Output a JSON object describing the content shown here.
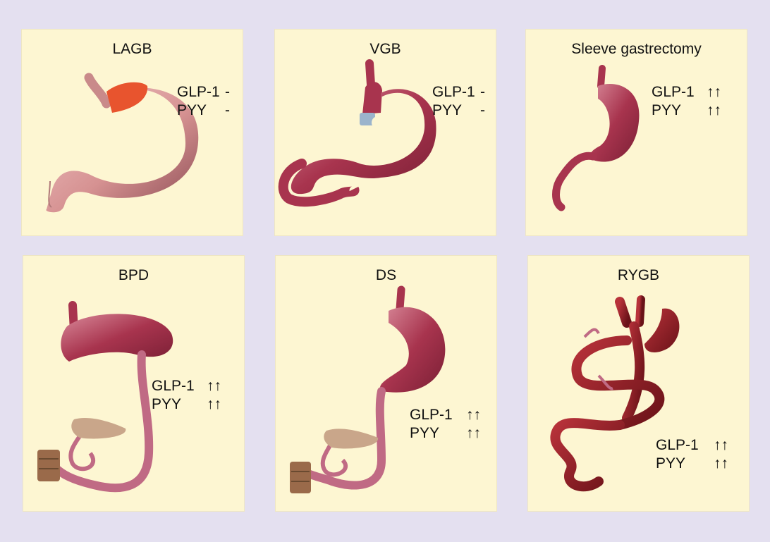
{
  "panels": [
    {
      "title": "LAGB",
      "glp1_label": "GLP-1",
      "glp1_effect": "-",
      "pyy_label": "PYY",
      "pyy_effect": "-"
    },
    {
      "title": "VGB",
      "glp1_label": "GLP-1",
      "glp1_effect": "-",
      "pyy_label": "PYY",
      "pyy_effect": "-"
    },
    {
      "title": "Sleeve gastrectomy",
      "glp1_label": "GLP-1",
      "glp1_effect": "↑↑",
      "pyy_label": "PYY",
      "pyy_effect": "↑↑"
    },
    {
      "title": "BPD",
      "glp1_label": "GLP-1",
      "glp1_effect": "↑↑",
      "pyy_label": "PYY",
      "pyy_effect": "↑↑"
    },
    {
      "title": "DS",
      "glp1_label": "GLP-1",
      "glp1_effect": "↑↑",
      "pyy_label": "PYY",
      "pyy_effect": "↑↑"
    },
    {
      "title": "RYGB",
      "glp1_label": "GLP-1",
      "glp1_effect": "↑↑",
      "pyy_label": "PYY",
      "pyy_effect": "↑↑"
    }
  ],
  "colors": {
    "background": "#e4e0f0",
    "panel": "#fdf6d2",
    "stomach": "#a8344e",
    "stomach_light": "#d98a9a",
    "intestine": "#c06a84",
    "band": "#e8542e",
    "pancreas": "#c9a68a",
    "duodenum_stump": "#9a6a4a",
    "rygb": "#8c1d22"
  }
}
